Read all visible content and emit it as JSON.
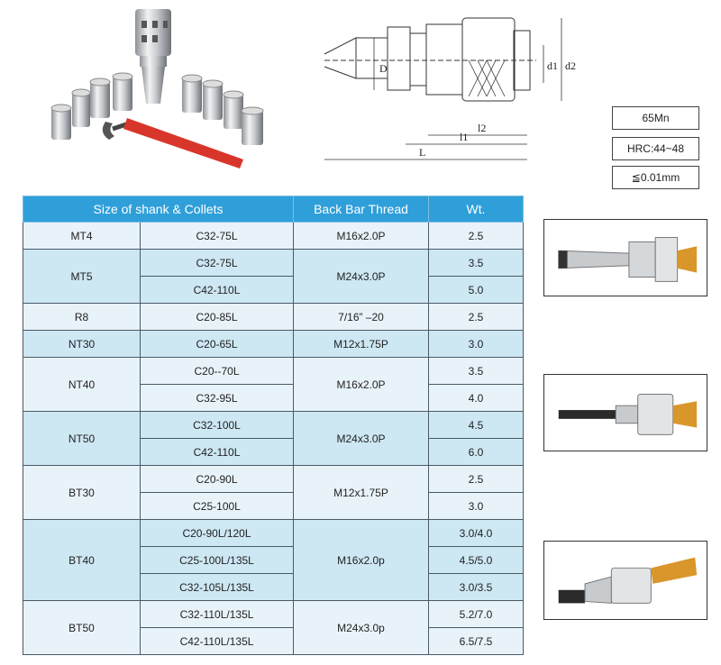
{
  "specs": {
    "material": "65Mn",
    "hardness": "HRC:44~48",
    "accuracy": "≦0.01mm"
  },
  "drawing_labels": {
    "d": "D",
    "d1": "d1",
    "d2": "d2",
    "l2": "l2",
    "l1": "l1",
    "l": "L"
  },
  "table": {
    "headers": {
      "size": "Size of shank & Collets",
      "thread": "Back Bar Thread",
      "weight": "Wt."
    },
    "groups": [
      {
        "shank": "MT4",
        "thread": "M16x2.0P",
        "rows": [
          {
            "collet": "C32-75L",
            "wt": "2.5"
          }
        ]
      },
      {
        "shank": "MT5",
        "thread": "M24x3.0P",
        "rows": [
          {
            "collet": "C32-75L",
            "wt": "3.5"
          },
          {
            "collet": "C42-110L",
            "wt": "5.0"
          }
        ]
      },
      {
        "shank": "R8",
        "thread": "7/16” –20",
        "rows": [
          {
            "collet": "C20-85L",
            "wt": "2.5"
          }
        ]
      },
      {
        "shank": "NT30",
        "thread": "M12x1.75P",
        "rows": [
          {
            "collet": "C20-65L",
            "wt": "3.0"
          }
        ]
      },
      {
        "shank": "NT40",
        "thread": "M16x2.0P",
        "rows": [
          {
            "collet": "C20--70L",
            "wt": "3.5"
          },
          {
            "collet": "C32-95L",
            "wt": "4.0"
          }
        ]
      },
      {
        "shank": "NT50",
        "thread": "M24x3.0P",
        "rows": [
          {
            "collet": "C32-100L",
            "wt": "4.5"
          },
          {
            "collet": "C42-110L",
            "wt": "6.0"
          }
        ]
      },
      {
        "shank": "BT30",
        "thread": "M12x1.75P",
        "rows": [
          {
            "collet": "C20-90L",
            "wt": "2.5"
          },
          {
            "collet": "C25-100L",
            "wt": "3.0"
          }
        ]
      },
      {
        "shank": "BT40",
        "thread": "M16x2.0p",
        "rows": [
          {
            "collet": "C20-90L/120L",
            "wt": "3.0/4.0"
          },
          {
            "collet": "C25-100L/135L",
            "wt": "4.5/5.0"
          },
          {
            "collet": "C32-105L/135L",
            "wt": "3.0/3.5"
          }
        ]
      },
      {
        "shank": "BT50",
        "thread": "M24x3.0p",
        "rows": [
          {
            "collet": "C32-110L/135L",
            "wt": "5.2/7.0"
          },
          {
            "collet": "C42-110L/135L",
            "wt": "6.5/7.5"
          }
        ]
      }
    ]
  },
  "colors": {
    "header": "#2f9fd9",
    "row_shade": "#cde7f3",
    "row_plain": "#e8f3f9",
    "wrench_handle": "#d8362a"
  }
}
